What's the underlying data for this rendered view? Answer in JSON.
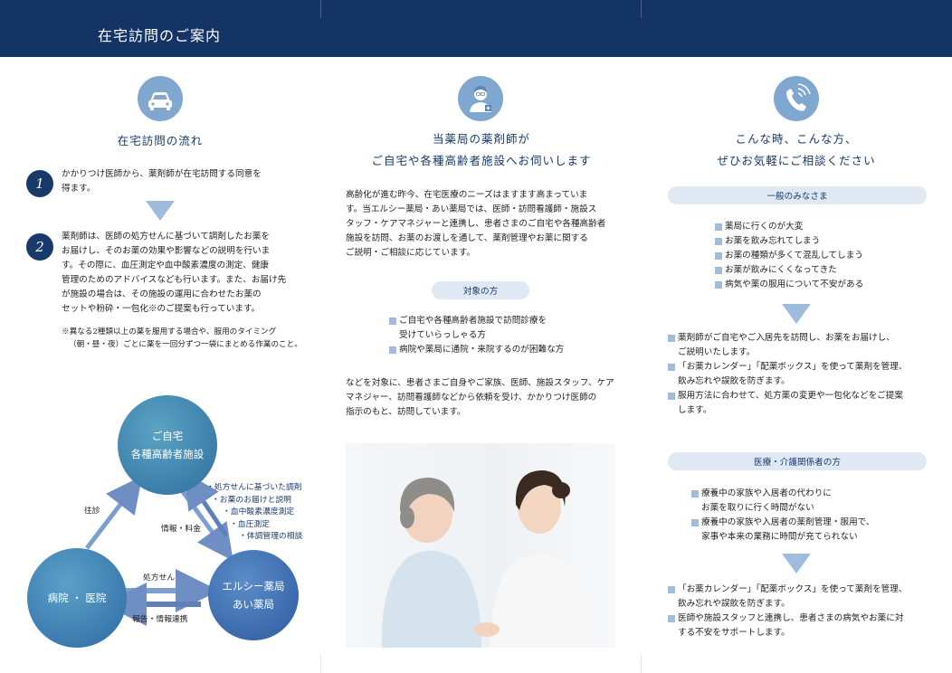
{
  "header": {
    "title": "在宅訪問のご案内"
  },
  "left": {
    "icon": "car-icon",
    "heading": "在宅訪問の流れ",
    "steps": [
      {
        "num": "1",
        "lines": [
          "かかりつけ医師から、薬剤師が在宅訪問する同意を",
          "得ます。"
        ]
      },
      {
        "num": "2",
        "lines": [
          "薬剤師は、医師の処方せんに基づいて調剤したお薬を",
          "お届けし、そのお薬の効果や影響などの説明を行いま",
          "す。その際に、血圧測定や血中酸素濃度の測定、健康",
          "管理のためのアドバイスなども行います。また、お届け先",
          "が施設の場合は、その施設の運用に合わせたお薬の",
          "セットや粉砕・一包化※のご提案も行っています。"
        ]
      }
    ],
    "note": [
      "※異なる2種類以上の薬を服用する場合や、服用のタイミング",
      "（朝・昼・夜）ごとに薬を一回分ずつ一袋にまとめる作業のこと。"
    ],
    "diagram": {
      "home_line1": "ご自宅",
      "home_line2": "各種高齢者施設",
      "hospital": "病院 ・ 医院",
      "pharmacy_line1": "エルシー薬局",
      "pharmacy_line2": "あい薬局",
      "label_visit": "往診",
      "label_info_fee": "情報・料金",
      "label_prescription": "処方せん",
      "label_report": "報告・情報連携",
      "services": [
        "・処方せんに基づいた調剤",
        "・お薬のお届けと説明",
        "・血中酸素濃度測定",
        "・血圧測定",
        "・体調管理の相談"
      ]
    }
  },
  "middle": {
    "icon": "pharmacist-icon",
    "heading_line1": "当薬局の薬剤師が",
    "heading_line2": "ご自宅や各種高齢者施設へお伺いします",
    "intro": [
      "高齢化が進む昨今、在宅医療のニーズはますます高まっていま",
      "す。当エルシー薬局・あい薬局では、医師・訪問看護師・施設ス",
      "タッフ・ケアマネジャーと連携し、患者さまのご自宅や各種高齢者",
      "施設を訪問、お薬のお渡しを通して、薬剤管理やお薬に関する",
      "ご説明・ご相談に応じています。"
    ],
    "target_label": "対象の方",
    "targets": [
      [
        "ご自宅や各種高齢者施設で訪問診療を",
        "受けていらっしゃる方"
      ],
      [
        "病院や薬局に通院・来院するのが困難な方"
      ]
    ],
    "closing": [
      "などを対象に、患者さまご自身やご家族、医師、施設スタッフ、ケア",
      "マネジャー、訪問看護師などから依頼を受け、かかりつけ医師の",
      "指示のもと、訪問しています。"
    ]
  },
  "right": {
    "icon": "phone-icon",
    "heading_line1": "こんな時、こんな方、",
    "heading_line2": "ぜひお気軽にご相談ください",
    "general_label": "一般のみなさま",
    "general_items": [
      "薬局に行くのが大変",
      "お薬を飲み忘れてしまう",
      "お薬の種類が多くて混乱してしまう",
      "お薬が飲みにくくなってきた",
      "病気や薬の服用について不安がある"
    ],
    "general_answers": [
      [
        "薬剤師がご自宅やご入居先を訪問し、お薬をお届けし、",
        "ご説明いたします。"
      ],
      [
        "「お薬カレンダー」「配薬ボックス」を使って薬剤を管理、",
        "飲み忘れや誤飲を防ぎます。"
      ],
      [
        "服用方法に合わせて、処方薬の変更や一包化などをご提案",
        "します。"
      ]
    ],
    "pro_label": "医療・介護関係者の方",
    "pro_items": [
      [
        "療養中の家族や入居者の代わりに",
        "お薬を取りに行く時間がない"
      ],
      [
        "療養中の家族や入居者の薬剤管理・服用で、",
        "家事や本来の業務に時間が充てられない"
      ]
    ],
    "pro_answers": [
      [
        "「お薬カレンダー」「配薬ボックス」を使って薬剤を管理、",
        "飲み忘れや誤飲を防ぎます。"
      ],
      [
        "医師や施設スタッフと連携し、患者さまの病気やお薬に対",
        "する不安をサポートします。"
      ]
    ]
  }
}
